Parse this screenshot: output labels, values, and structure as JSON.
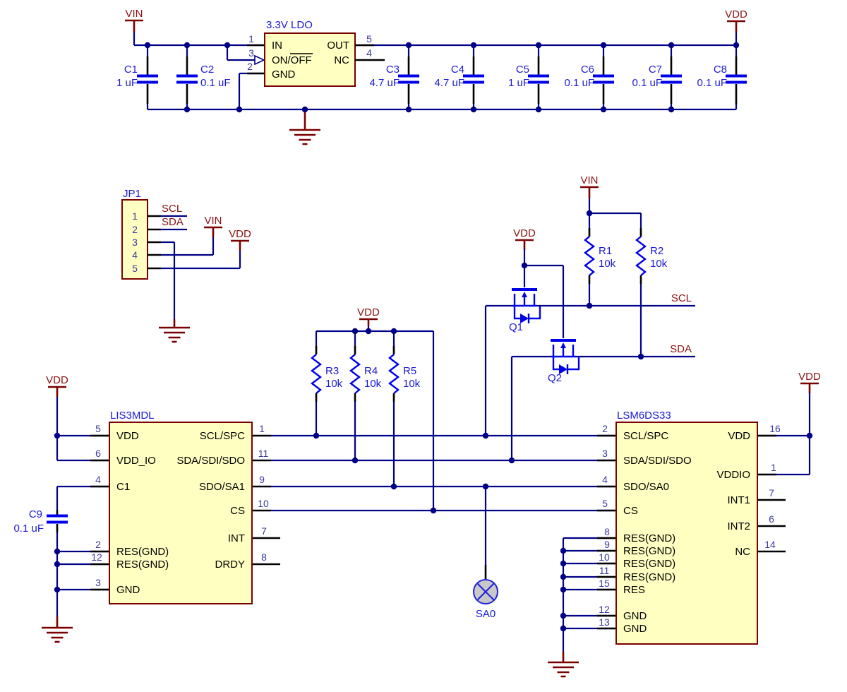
{
  "nets": {
    "vin": "VIN",
    "vdd": "VDD",
    "scl": "SCL",
    "sda": "SDA"
  },
  "ldo": {
    "title": "3.3V LDO",
    "pin_in": "IN",
    "pin_onoff": "ON/OFF",
    "pin_gnd": "GND",
    "pin_out": "OUT",
    "pin_nc": "NC",
    "num_in": "1",
    "num_onoff": "3",
    "num_gnd": "2",
    "num_out": "5",
    "num_nc": "4"
  },
  "caps": {
    "c1": {
      "ref": "C1",
      "val": "1 uF"
    },
    "c2": {
      "ref": "C2",
      "val": "0.1 uF"
    },
    "c3": {
      "ref": "C3",
      "val": "4.7 uF"
    },
    "c4": {
      "ref": "C4",
      "val": "4.7 uF"
    },
    "c5": {
      "ref": "C5",
      "val": "1 uF"
    },
    "c6": {
      "ref": "C6",
      "val": "0.1 uF"
    },
    "c7": {
      "ref": "C7",
      "val": "0.1 uF"
    },
    "c8": {
      "ref": "C8",
      "val": "0.1 uF"
    },
    "c9": {
      "ref": "C9",
      "val": "0.1 uF"
    }
  },
  "res": {
    "r1": {
      "ref": "R1",
      "val": "10k"
    },
    "r2": {
      "ref": "R2",
      "val": "10k"
    },
    "r3": {
      "ref": "R3",
      "val": "10k"
    },
    "r4": {
      "ref": "R4",
      "val": "10k"
    },
    "r5": {
      "ref": "R5",
      "val": "10k"
    }
  },
  "fets": {
    "q1": "Q1",
    "q2": "Q2"
  },
  "tp": {
    "sa0": "SA0"
  },
  "jp1": {
    "title": "JP1",
    "n1": "1",
    "n2": "2",
    "n3": "3",
    "n4": "4",
    "n5": "5"
  },
  "lis": {
    "title": "LIS3MDL",
    "p5": {
      "n": "5",
      "t": "VDD"
    },
    "p6": {
      "n": "6",
      "t": "VDD_IO"
    },
    "p4": {
      "n": "4",
      "t": "C1"
    },
    "p2": {
      "n": "2",
      "t": "RES(GND)"
    },
    "p12": {
      "n": "12",
      "t": "RES(GND)"
    },
    "p3": {
      "n": "3",
      "t": "GND"
    },
    "p1": {
      "n": "1",
      "t": "SCL/SPC"
    },
    "p11": {
      "n": "11",
      "t": "SDA/SDI/SDO"
    },
    "p9": {
      "n": "9",
      "t": "SDO/SA1"
    },
    "p10": {
      "n": "10",
      "t": "CS"
    },
    "p7": {
      "n": "7",
      "t": "INT"
    },
    "p8": {
      "n": "8",
      "t": "DRDY"
    }
  },
  "lsm": {
    "title": "LSM6DS33",
    "p2": {
      "n": "2",
      "t": "SCL/SPC"
    },
    "p3": {
      "n": "3",
      "t": "SDA/SDI/SDO"
    },
    "p4": {
      "n": "4",
      "t": "SDO/SA0"
    },
    "p5": {
      "n": "5",
      "t": "CS"
    },
    "p8": {
      "n": "8",
      "t": "RES(GND)"
    },
    "p9": {
      "n": "9",
      "t": "RES(GND)"
    },
    "p10": {
      "n": "10",
      "t": "RES(GND)"
    },
    "p11": {
      "n": "11",
      "t": "RES(GND)"
    },
    "p15": {
      "n": "15",
      "t": "RES"
    },
    "p12": {
      "n": "12",
      "t": "GND"
    },
    "p13": {
      "n": "13",
      "t": "GND"
    },
    "p16": {
      "n": "16",
      "t": "VDD"
    },
    "p1": {
      "n": "1",
      "t": "VDDIO"
    },
    "p7": {
      "n": "7",
      "t": "INT1"
    },
    "p6": {
      "n": "6",
      "t": "INT2"
    },
    "p14": {
      "n": "14",
      "t": "NC"
    }
  }
}
